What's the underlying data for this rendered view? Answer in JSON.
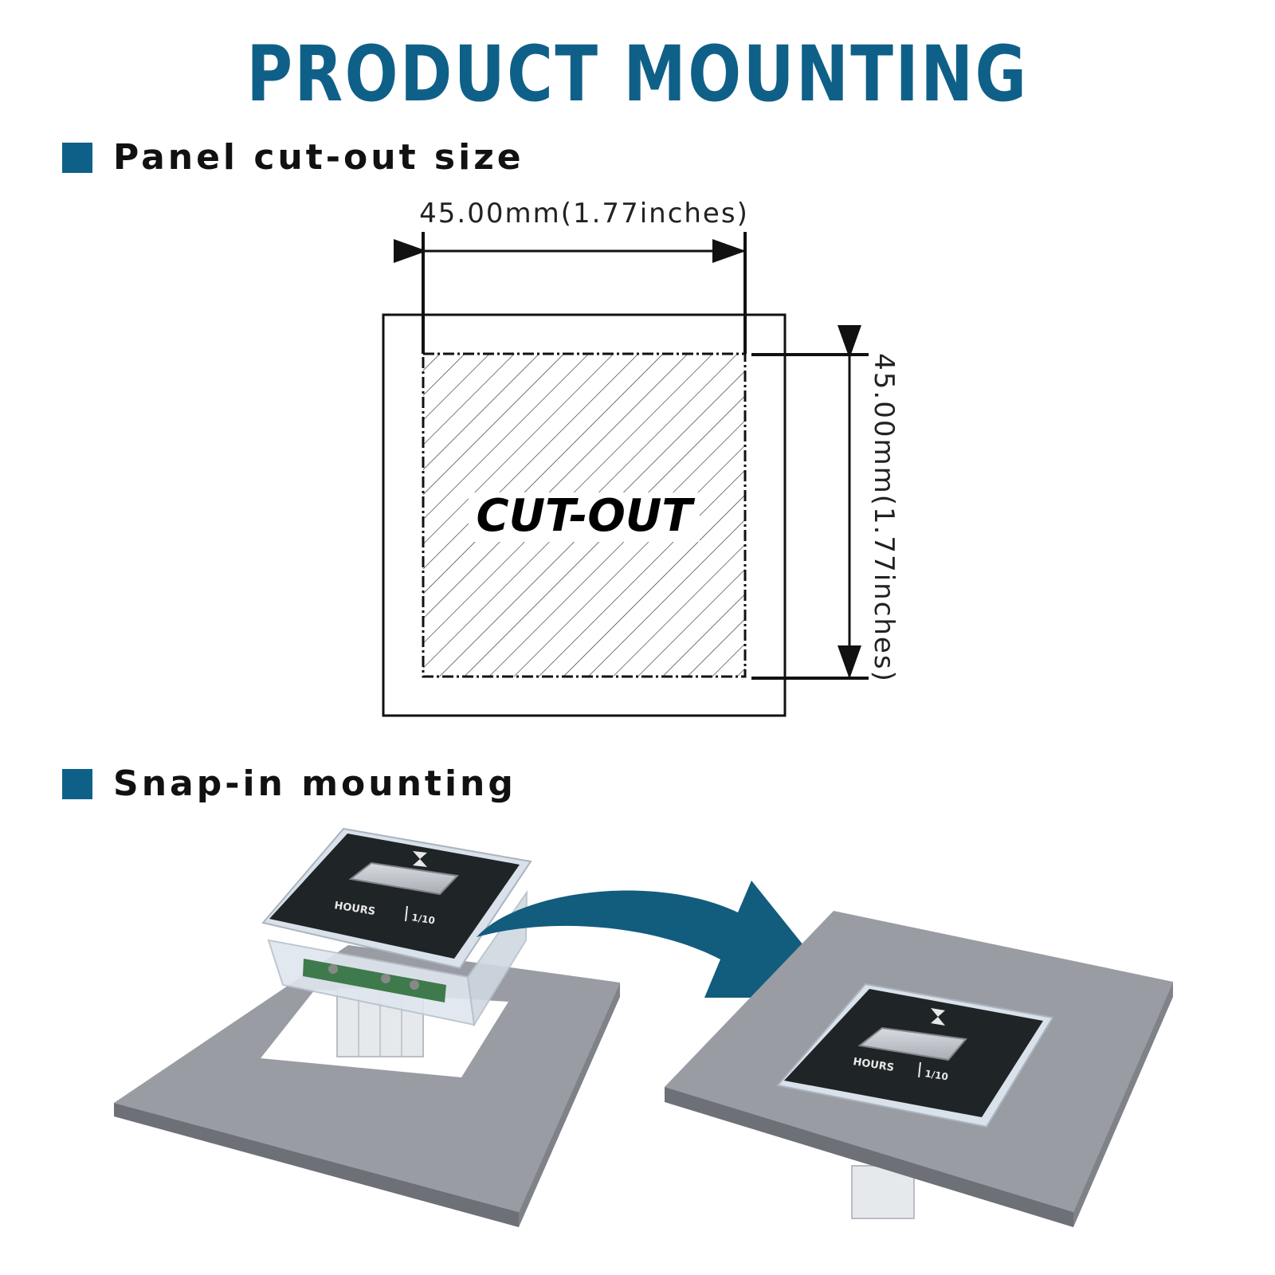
{
  "title": "PRODUCT MOUNTING",
  "colors": {
    "brand": "#0f6088",
    "panel_gray": "#9a9ca3",
    "panel_edge": "#6e7077",
    "arrow": "#125c7e"
  },
  "section_cutout": {
    "label": "Panel cut-out size"
  },
  "section_snap": {
    "label": "Snap-in mounting"
  },
  "diagram": {
    "width_label": "45.00mm(1.77inches)",
    "height_label": "45.00mm(1.77inches)",
    "cutout_label": "CUT-OUT"
  },
  "meter": {
    "hours_label": "HOURS",
    "tenths_label": "1/10",
    "icon": "hourglass-icon"
  }
}
